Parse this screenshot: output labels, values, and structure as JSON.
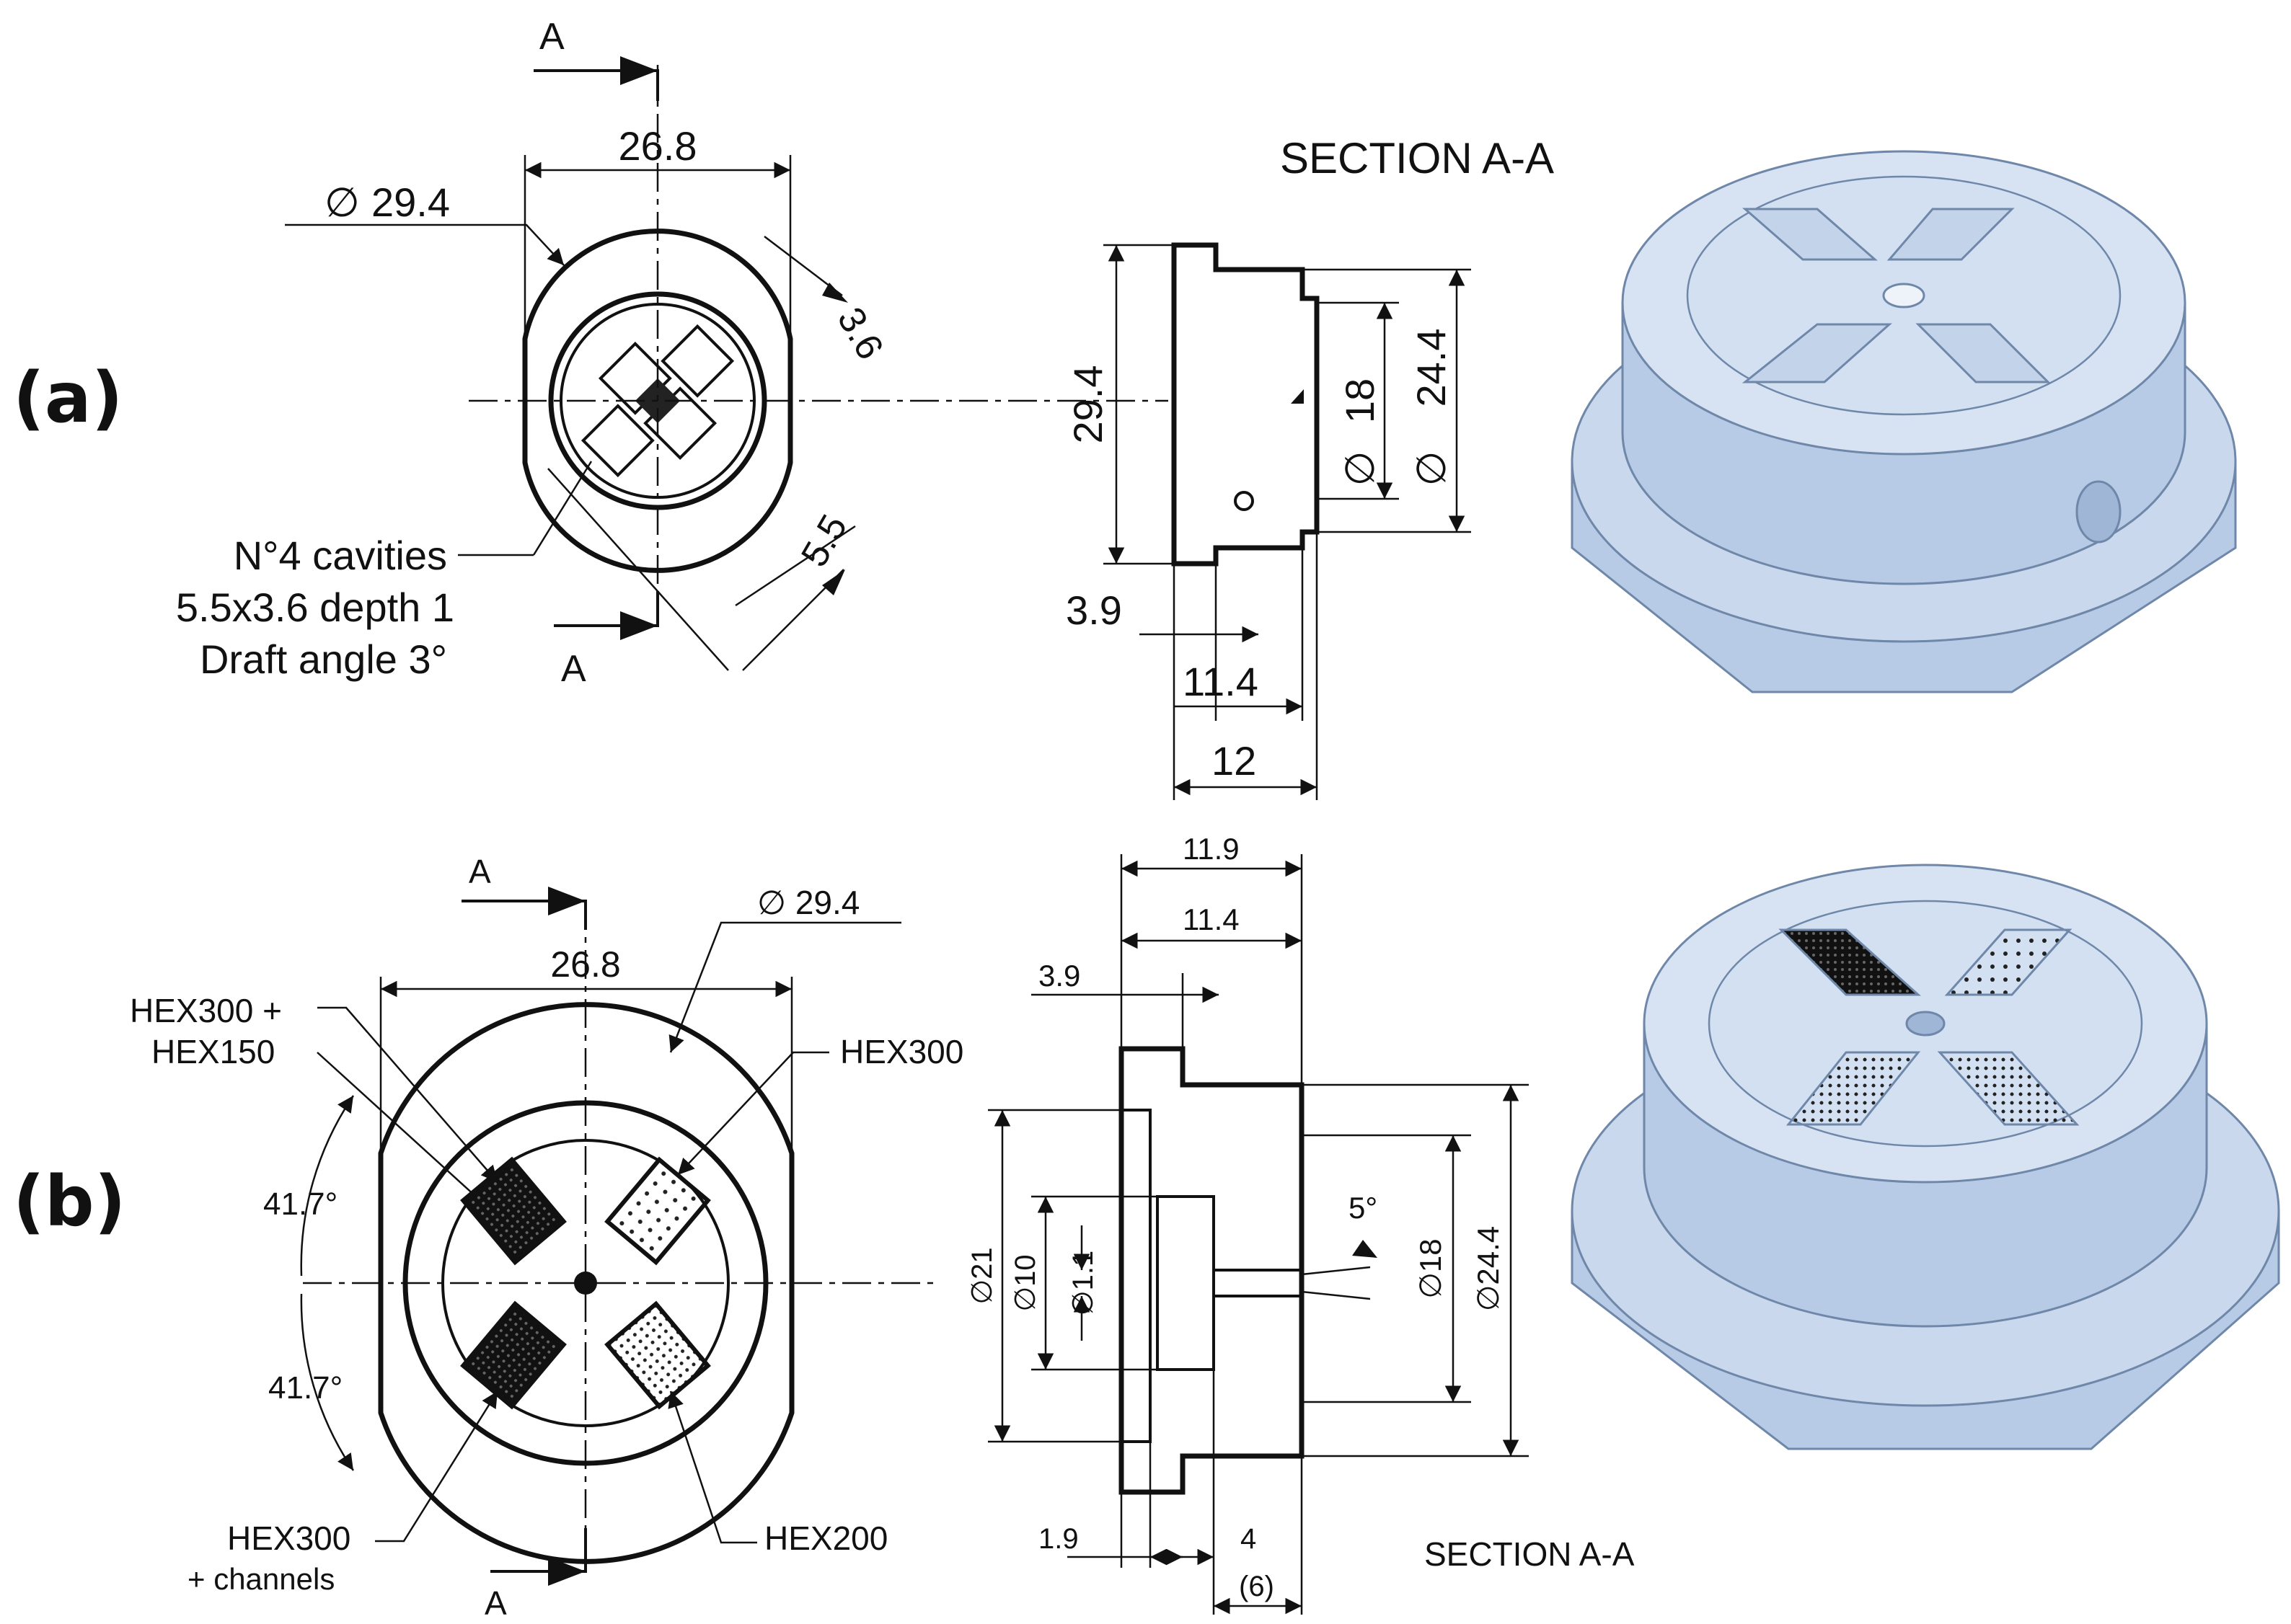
{
  "panels": {
    "a": {
      "tag": "(a)",
      "section_marks": [
        "A",
        "A"
      ],
      "dims": {
        "width_268": "26.8",
        "dia_294": "29.4",
        "d36": "3.6",
        "d55": "5.5",
        "h294": "29.4",
        "d18": "18",
        "d244": "24.4",
        "d39": "3.9",
        "d114": "11.4",
        "d12": "12"
      },
      "dia_symbol": "∅",
      "note": [
        "N°4 cavities",
        "5.5x3.6 depth 1",
        "Draft angle 3°"
      ],
      "section_title": "SECTION A-A"
    },
    "b": {
      "tag": "(b)",
      "section_marks": [
        "A",
        "A"
      ],
      "dims": {
        "width_268": "26.8",
        "dia_294": "∅ 29.4",
        "ang_top": "41.7°",
        "ang_bottom": "41.7°",
        "d119": "11.9",
        "d114": "11.4",
        "d39": "3.9",
        "d19": "1.9",
        "d4": "4",
        "d6": "(6)",
        "d5deg": "5°",
        "d21": "∅21",
        "d10": "∅10",
        "d11": "∅1.1",
        "d18": "∅18",
        "d244": "∅24.4"
      },
      "callouts": {
        "hex300_hex150_1": "HEX300 +",
        "hex300_hex150_2": "HEX150",
        "hex300": "HEX300",
        "hex300_channels_1": "HEX300",
        "hex300_channels_2": "+ channels",
        "hex200": "HEX200"
      },
      "section_title": "SECTION A-A"
    }
  },
  "colors": {
    "ink": "#111111",
    "model_top": "#d7e3f3",
    "model_side": "#b7cbe6",
    "model_shadow": "#9fb6d6",
    "model_edge": "#6f87a8"
  }
}
